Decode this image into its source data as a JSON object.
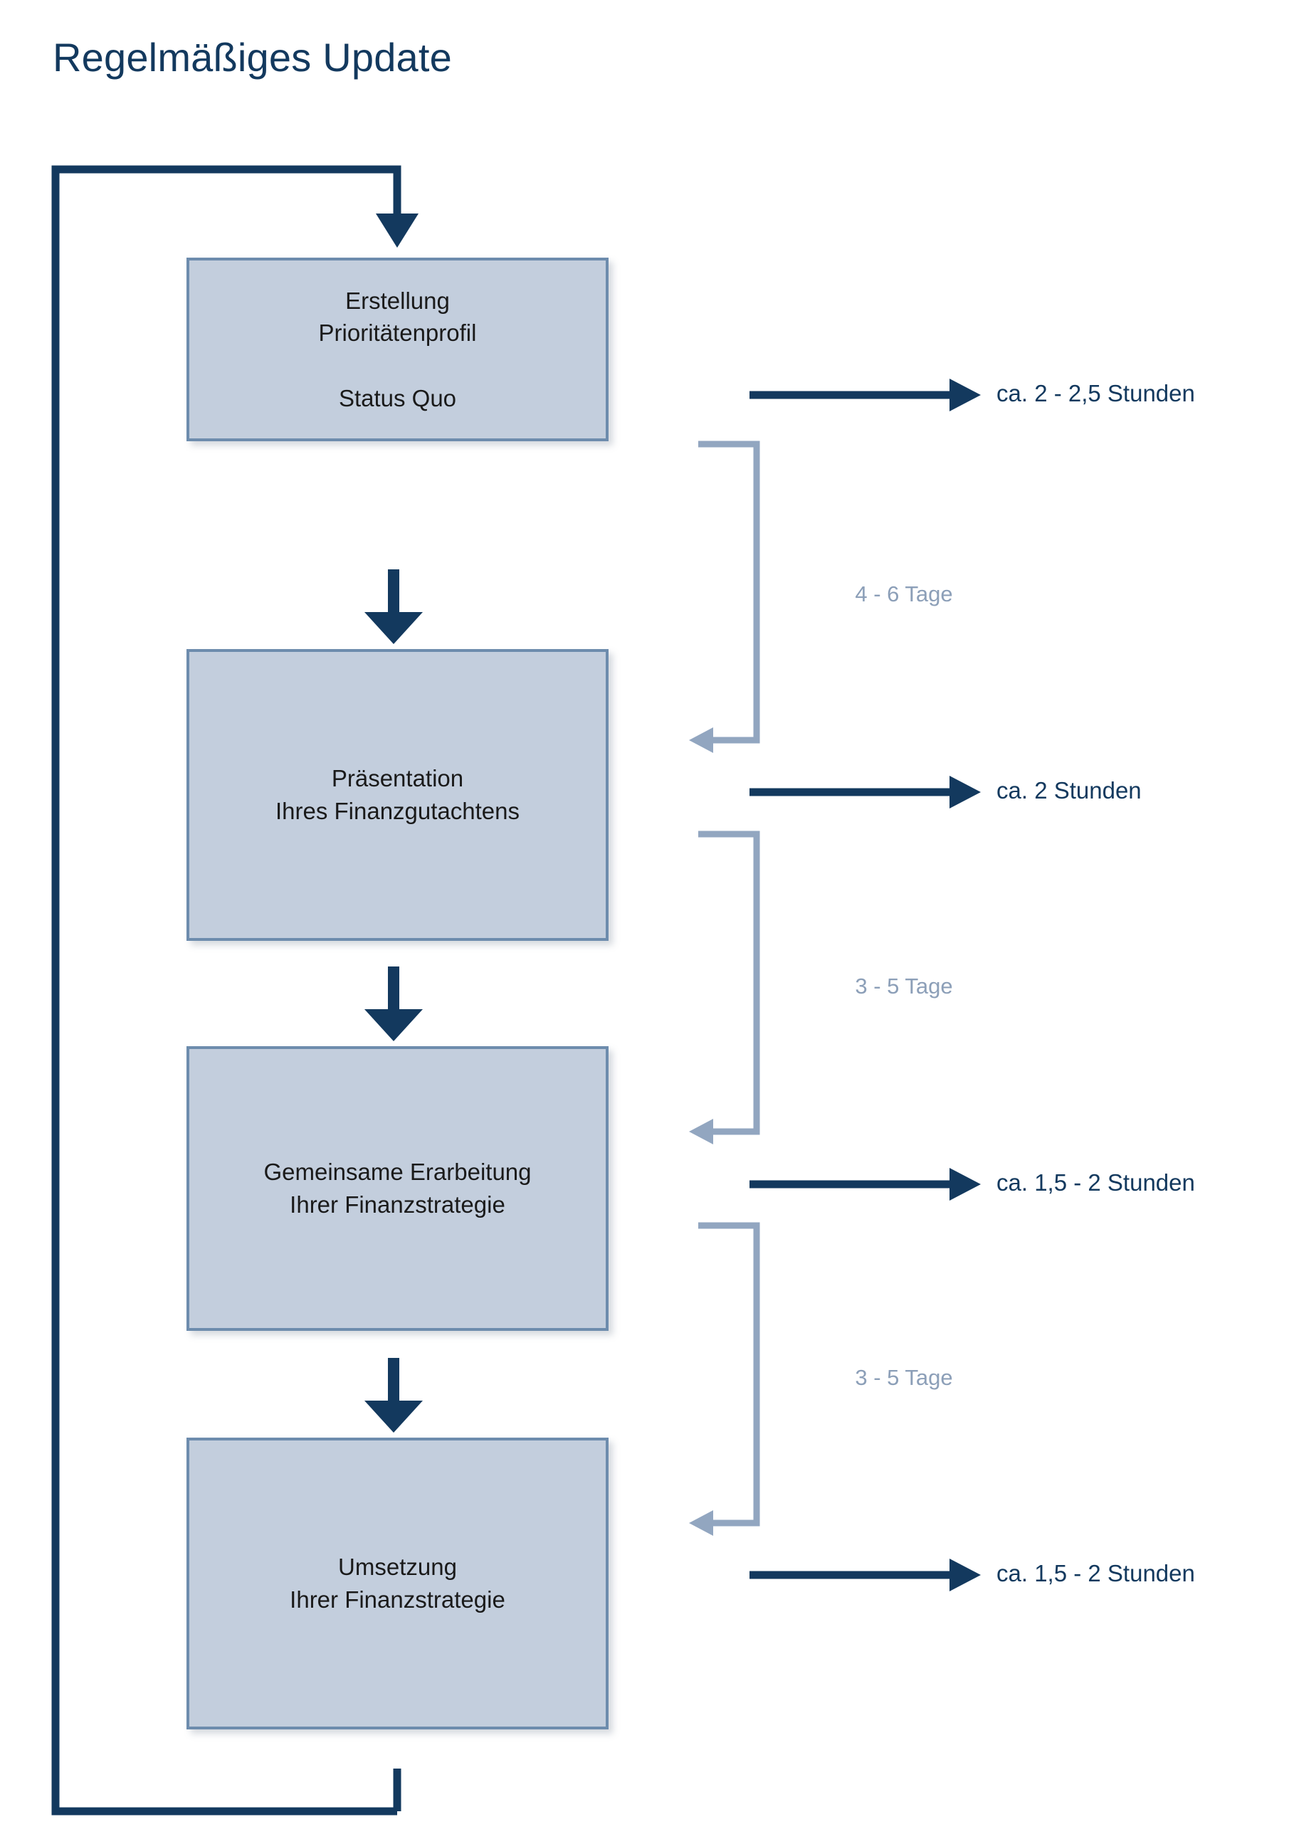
{
  "title": "Regelmäßiges Update",
  "colors": {
    "navy": "#13395e",
    "box_fill": "#c3cedd",
    "box_border": "#6d8cad",
    "gray_blue": "#8c9fb8",
    "text": "#1a1a1a",
    "background": "#ffffff"
  },
  "steps": [
    {
      "id": "step-1",
      "label": "Erstellung\nPrioritätenprofil\n\nStatus Quo"
    },
    {
      "id": "step-2",
      "label": "Präsentation\nIhres Finanzgutachtens"
    },
    {
      "id": "step-3",
      "label": "Gemeinsame Erarbeitung\nIhrer Finanzstrategie"
    },
    {
      "id": "step-4",
      "label": "Umsetzung\nIhrer Finanzstrategie"
    }
  ],
  "durations": [
    {
      "id": "duration-1",
      "text": "ca. 2 - 2,5 Stunden"
    },
    {
      "id": "duration-2",
      "text": "ca. 2 Stunden"
    },
    {
      "id": "duration-3",
      "text": "ca. 1,5 - 2 Stunden"
    },
    {
      "id": "duration-4",
      "text": "ca. 1,5 - 2 Stunden"
    }
  ],
  "intervals": [
    {
      "id": "interval-1",
      "text": "4 - 6 Tage"
    },
    {
      "id": "interval-2",
      "text": "3 - 5 Tage"
    },
    {
      "id": "interval-3",
      "text": "3 - 5 Tage"
    }
  ],
  "chart_data": {
    "type": "diagram",
    "diagram_kind": "process-flowchart-loop",
    "title": "Regelmäßiges Update",
    "nodes": [
      "Erstellung Prioritätenprofil / Status Quo",
      "Präsentation Ihres Finanzgutachtens",
      "Gemeinsame Erarbeitung Ihrer Finanzstrategie",
      "Umsetzung Ihrer Finanzstrategie"
    ],
    "node_durations": [
      "ca. 2 - 2,5 Stunden",
      "ca. 2 Stunden",
      "ca. 1,5 - 2 Stunden",
      "ca. 1,5 - 2 Stunden"
    ],
    "edge_waits": [
      "4 - 6 Tage",
      "3 - 5 Tage",
      "3 - 5 Tage"
    ],
    "loop": "Umsetzung Ihrer Finanzstrategie -> Erstellung Prioritätenprofil"
  }
}
